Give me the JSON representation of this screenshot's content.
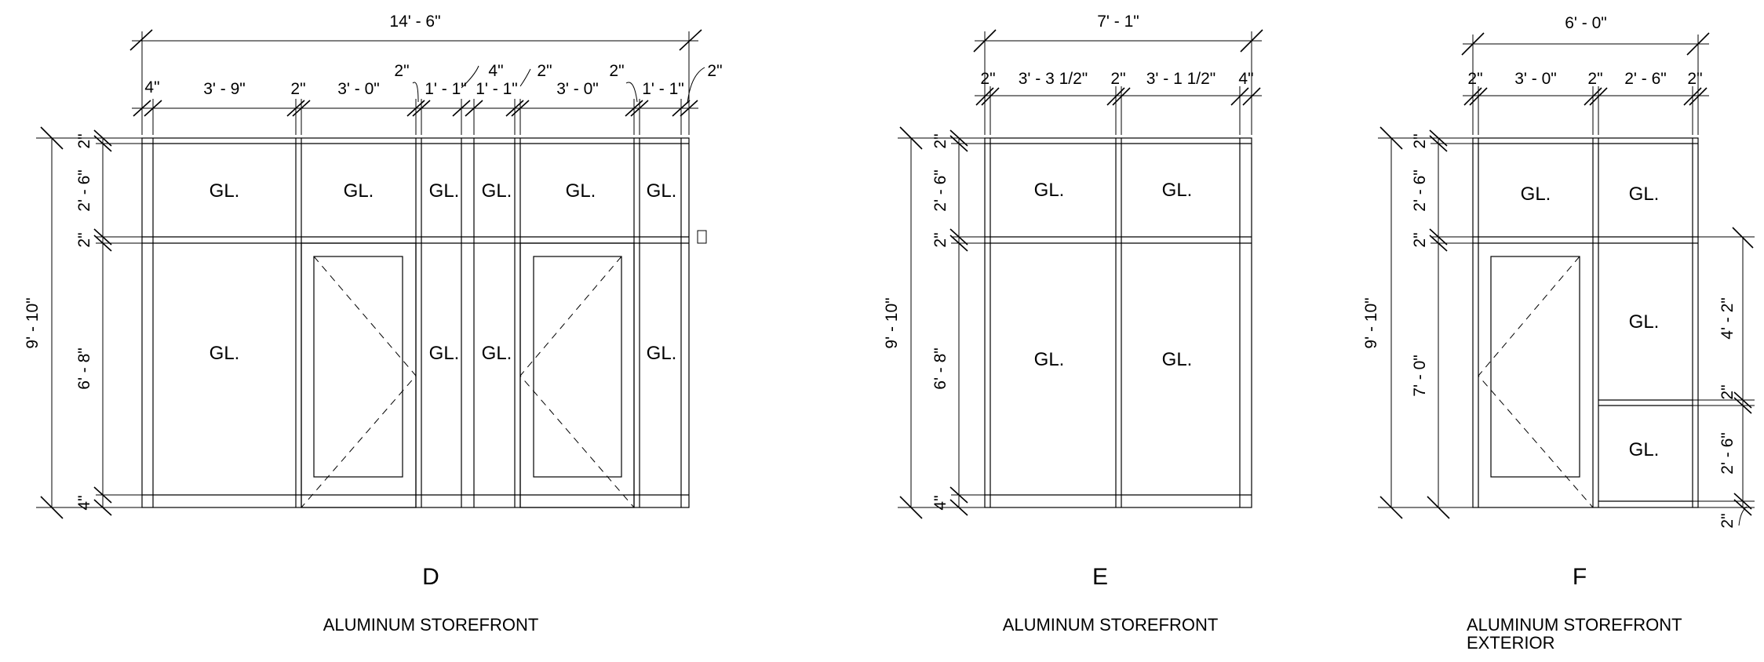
{
  "elevations": [
    {
      "mark": "D",
      "title": [
        "ALUMINUM STOREFRONT"
      ],
      "overall_width": "14' - 6\"",
      "overall_height": "9' - 10\"",
      "width_segments": [
        "4\"",
        "3' - 9\"",
        "2\"",
        "3' - 0\"",
        "2\"",
        "1' - 1\"",
        "4\"",
        "1' - 1\"",
        "2\"",
        "3' - 0\"",
        "2\"",
        "1' - 1\"",
        "2\""
      ],
      "height_segments": [
        "2\"",
        "2' - 6\"",
        "2\"",
        "6' - 8\"",
        "4\""
      ],
      "glass_labels": [
        "GL.",
        "GL.",
        "GL.",
        "GL.",
        "GL.",
        "GL.",
        "GL.",
        "GL.",
        "GL.",
        "GL."
      ]
    },
    {
      "mark": "E",
      "title": [
        "ALUMINUM STOREFRONT"
      ],
      "overall_width": "7' - 1\"",
      "overall_height": "9' - 10\"",
      "width_segments": [
        "2\"",
        "3' - 3 1/2\"",
        "2\"",
        "3' - 1 1/2\"",
        "4\""
      ],
      "height_segments": [
        "2\"",
        "2' - 6\"",
        "2\"",
        "6' - 8\"",
        "4\""
      ],
      "glass_labels": [
        "GL.",
        "GL.",
        "GL.",
        "GL."
      ]
    },
    {
      "mark": "F",
      "title": [
        "ALUMINUM STOREFRONT",
        "EXTERIOR"
      ],
      "overall_width": "6' - 0\"",
      "overall_height": "9' - 10\"",
      "width_segments": [
        "2\"",
        "3' - 0\"",
        "2\"",
        "2' - 6\"",
        "2\""
      ],
      "height_segments": [
        "2\"",
        "2' - 6\"",
        "2\"",
        "7' - 0\""
      ],
      "right_segments": [
        "4' - 2\"",
        "2\"",
        "2' - 6\"",
        "2\""
      ],
      "glass_labels": [
        "GL.",
        "GL.",
        "GL.",
        "GL."
      ]
    }
  ]
}
